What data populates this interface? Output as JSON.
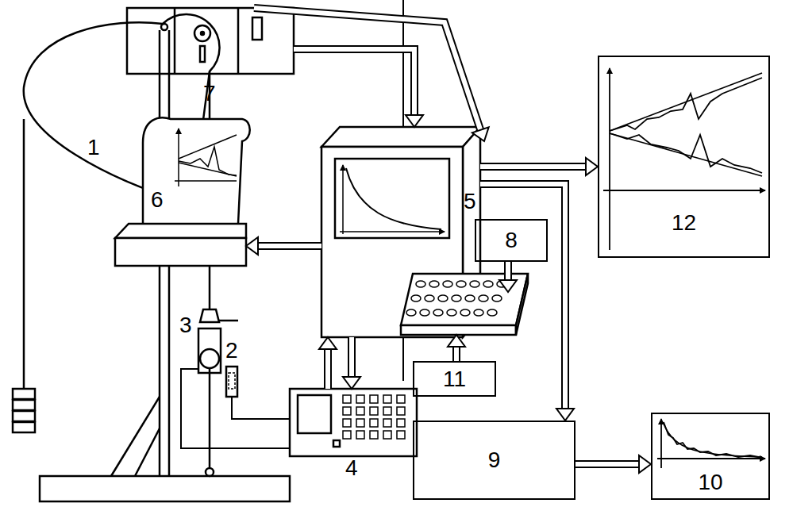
{
  "diagram": {
    "nodes": [
      {
        "text": [
          "7"
        ]
      },
      {
        "text": [
          "6"
        ]
      },
      {
        "text": [
          "5"
        ]
      },
      {
        "text": [
          "4"
        ]
      },
      {
        "text": [
          "8"
        ]
      },
      {
        "text": [
          "11"
        ]
      },
      {
        "text": [
          "9"
        ]
      },
      {
        "text": [
          "10"
        ]
      },
      {
        "text": [
          "12"
        ]
      }
    ],
    "edges": [
      {
        "from": 2,
        "to": 0,
        "arrow": "to"
      },
      {
        "from": 0,
        "to": 2,
        "arrow": "to"
      },
      {
        "from": 2,
        "to": 1,
        "arrow": "to"
      },
      {
        "from": 3,
        "to": 2,
        "arrow": "to"
      },
      {
        "from": 2,
        "to": 3,
        "arrow": "to"
      },
      {
        "from": 2,
        "to": 8,
        "arrow": "to"
      },
      {
        "from": 2,
        "to": 6,
        "arrow": "to"
      },
      {
        "from": 6,
        "to": 7,
        "arrow": "to"
      },
      {
        "from": 4,
        "to": 2,
        "arrow": "to"
      },
      {
        "from": 5,
        "to": 2,
        "arrow": "to"
      }
    ],
    "labels": [
      "1",
      "2",
      "3"
    ]
  }
}
